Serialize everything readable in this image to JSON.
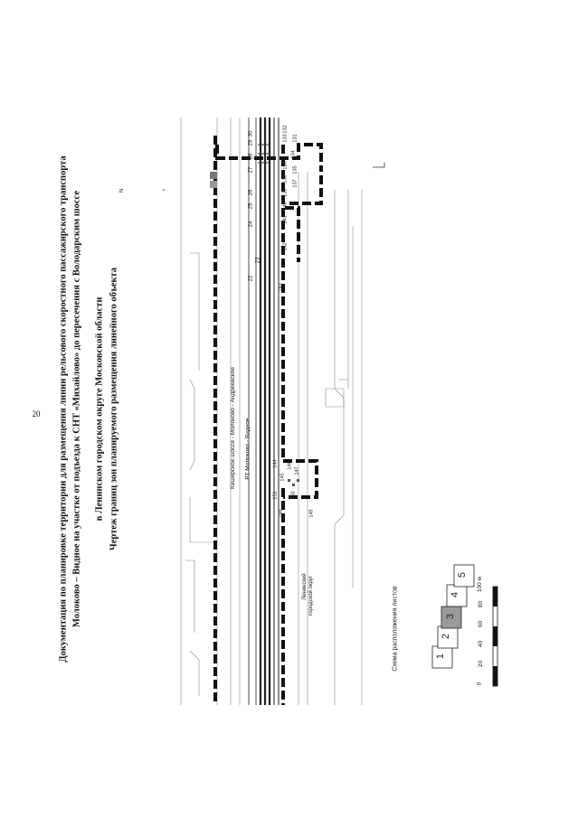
{
  "page_number": "20",
  "title_lines": [
    "Документация по планировке территории для размещения линии рельсового скоростного пассажирского транспорта",
    "Молоково – Видное на участке от подъезда к СНТ «Михайлово» до пересечения с Володарским шоссе",
    "в Ленинском городском округе Московской области",
    "Чертеж границ зон планируемого размещения линейного объекта"
  ],
  "map": {
    "road_label": "Каширское шоссе - Молоково - Андреевское",
    "rail_label": "РТ Молоково - Видное",
    "district_label_1": "Ленинский",
    "district_label_2": "городской округ",
    "compass_letter": "N",
    "point_numbers_top": [
      "22",
      "23",
      "24",
      "25",
      "26",
      "27",
      "28",
      "29",
      "30"
    ],
    "point_numbers_bottom": [
      "131",
      "132",
      "133",
      "134",
      "135",
      "136",
      "137",
      "138",
      "139",
      "140",
      "141",
      "142",
      "143"
    ],
    "point_numbers_lower": [
      "144",
      "145",
      "146",
      "147",
      "148",
      "149",
      "150",
      "151"
    ]
  },
  "sheet_layout": {
    "title": "Схема расположения листов",
    "sheets": [
      "1",
      "2",
      "3",
      "4",
      "5"
    ],
    "current_sheet": "3",
    "colors": {
      "current_fill": "#9a9a9a"
    }
  },
  "scale_bar": {
    "ticks": [
      "0",
      "20",
      "40",
      "60",
      "80",
      "100 м"
    ]
  }
}
